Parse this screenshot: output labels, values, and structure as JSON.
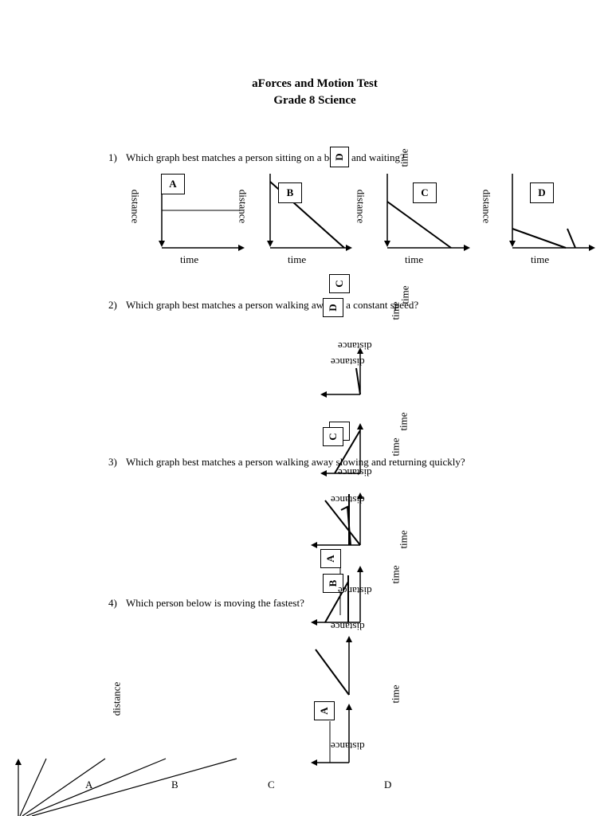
{
  "header": {
    "title": "aForces and Motion Test",
    "subtitle": "Grade 8 Science"
  },
  "questions": [
    {
      "number": "1)",
      "text": "Which graph best matches a person sitting on a bench and waiting?"
    },
    {
      "number": "2)",
      "text": "Which graph best matches a person walking away at a constant speed?"
    },
    {
      "number": "3)",
      "text": "Which graph best matches a person walking away slowing and returning quickly?"
    },
    {
      "number": "4)",
      "text": "Which person below is moving the fastest?"
    }
  ],
  "axis_labels": {
    "distance": "distance",
    "time": "time"
  },
  "graph_letters": [
    "A",
    "B",
    "C",
    "D"
  ]
}
